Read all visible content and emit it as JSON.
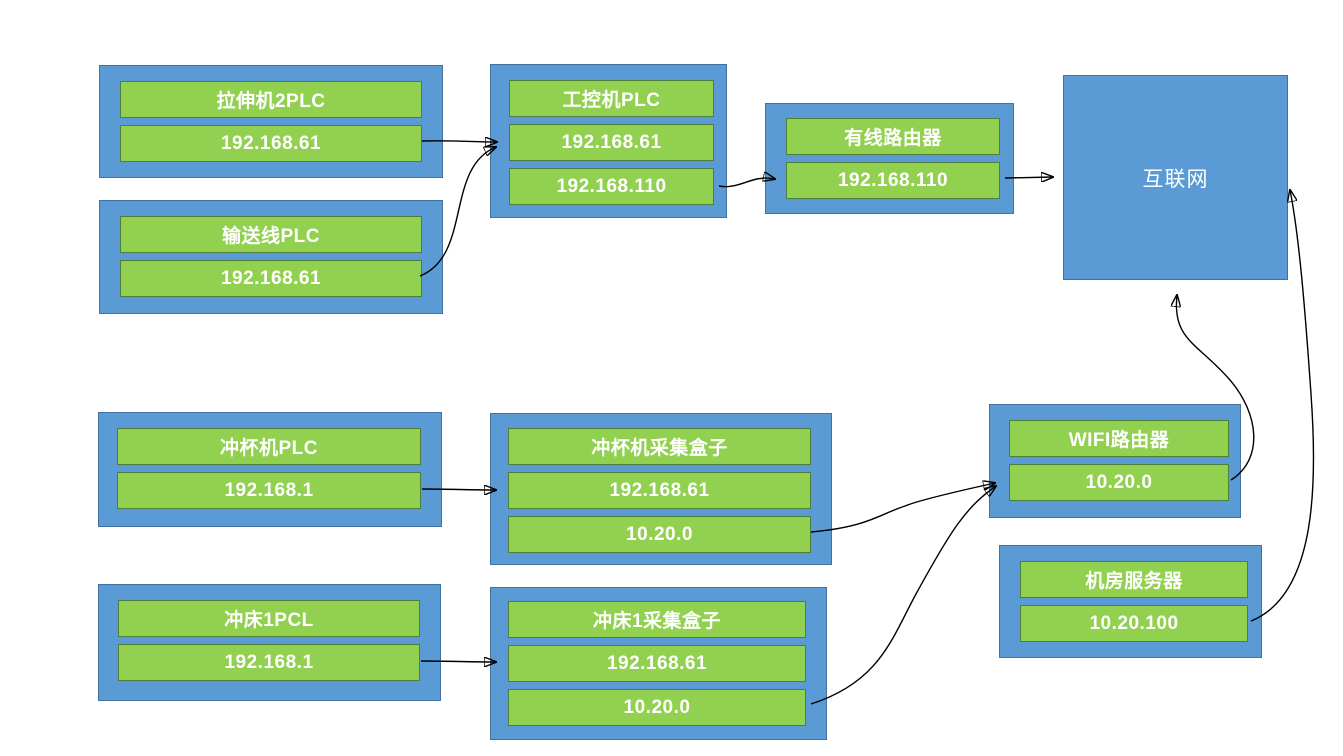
{
  "colors": {
    "box_fill": "#5b9bd5",
    "box_border": "#41719c",
    "bar_fill": "#92d050",
    "bar_border": "#4f7e3a",
    "text": "#ffffff",
    "arrow": "#000000"
  },
  "nodes": [
    {
      "id": "stretch2-plc",
      "title": "拉伸机2PLC",
      "rows": [
        "192.168.61"
      ]
    },
    {
      "id": "conveyor-plc",
      "title": "输送线PLC",
      "rows": [
        "192.168.61"
      ]
    },
    {
      "id": "ipc-plc",
      "title": "工控机PLC",
      "rows": [
        "192.168.61",
        "192.168.110"
      ]
    },
    {
      "id": "wired-router",
      "title": "有线路由器",
      "rows": [
        "192.168.110"
      ]
    },
    {
      "id": "internet",
      "title": "互联网",
      "rows": []
    },
    {
      "id": "cup-punch-plc",
      "title": "冲杯机PLC",
      "rows": [
        "192.168.1"
      ]
    },
    {
      "id": "cup-punch-collector",
      "title": "冲杯机采集盒子",
      "rows": [
        "192.168.61",
        "10.20.0"
      ]
    },
    {
      "id": "wifi-router",
      "title": "WIFI路由器",
      "rows": [
        "10.20.0"
      ]
    },
    {
      "id": "server-room-server",
      "title": "机房服务器",
      "rows": [
        "10.20.100"
      ]
    },
    {
      "id": "punch1-pcl",
      "title": "冲床1PCL",
      "rows": [
        "192.168.1"
      ]
    },
    {
      "id": "punch1-collector",
      "title": "冲床1采集盒子",
      "rows": [
        "192.168.61",
        "10.20.0"
      ]
    }
  ],
  "edges": [
    {
      "from": "stretch2-plc",
      "to": "ipc-plc"
    },
    {
      "from": "conveyor-plc",
      "to": "ipc-plc"
    },
    {
      "from": "ipc-plc",
      "to": "wired-router"
    },
    {
      "from": "wired-router",
      "to": "internet"
    },
    {
      "from": "cup-punch-plc",
      "to": "cup-punch-collector"
    },
    {
      "from": "punch1-pcl",
      "to": "punch1-collector"
    },
    {
      "from": "cup-punch-collector",
      "to": "wifi-router"
    },
    {
      "from": "punch1-collector",
      "to": "wifi-router"
    },
    {
      "from": "wifi-router",
      "to": "internet"
    },
    {
      "from": "server-room-server",
      "to": "internet"
    }
  ]
}
